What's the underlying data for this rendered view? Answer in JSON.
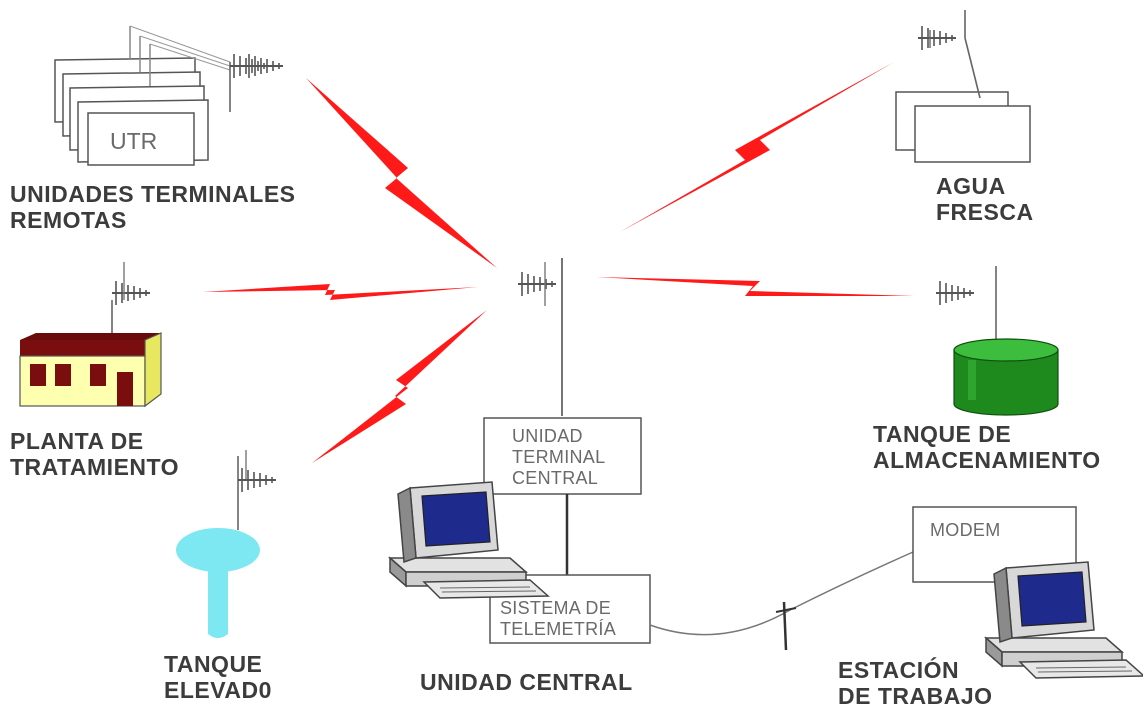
{
  "nodes": {
    "utr": {
      "box_text": "UTR",
      "label_line1": "UNIDADES TERMINALES",
      "label_line2": "REMOTAS"
    },
    "agua": {
      "label_line1": "AGUA",
      "label_line2": "FRESCA"
    },
    "planta": {
      "label_line1": "PLANTA DE",
      "label_line2": "TRATAMIENTO"
    },
    "almacen": {
      "label_line1": "TANQUE DE",
      "label_line2": "ALMACENAMIENTO"
    },
    "elevado": {
      "label_line1": "TANQUE",
      "label_line2": "ELEVAD0"
    },
    "central": {
      "rtu_line1": "UNIDAD",
      "rtu_line2": "TERMINAL",
      "rtu_line3": "CENTRAL",
      "tele_line1": "SISTEMA DE",
      "tele_line2": "TELEMETRÍA",
      "label": "UNIDAD CENTRAL"
    },
    "estacion": {
      "modem_text": "MODEM",
      "label_line1": "ESTACIÓN",
      "label_line2": "DE TRABAJO"
    }
  },
  "colors": {
    "radio_link": "#ff1a1a",
    "building_wall": "#ffffb0",
    "building_roof": "#6b0a0a",
    "storage_tank": "#1e9a1e",
    "elevated_tank": "#7ee8f2",
    "monitor_screen": "#1e2a8c",
    "label_text": "#3c3c3c"
  }
}
